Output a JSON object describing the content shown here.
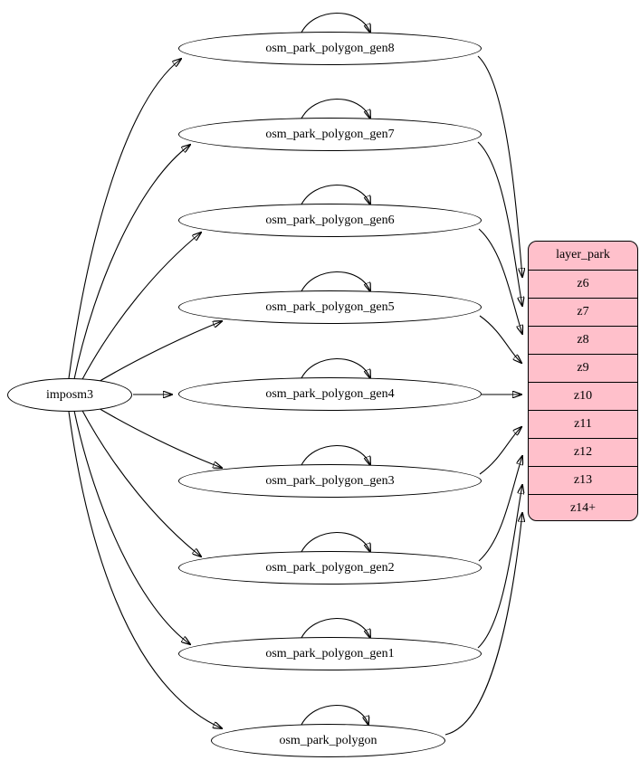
{
  "diagram": {
    "background_color": "#ffffff",
    "node_fill_color": "#ffffff",
    "edge_color": "#000000",
    "source": {
      "label": "imposm3"
    },
    "generators": [
      {
        "label": "osm_park_polygon_gen8",
        "target": "z6"
      },
      {
        "label": "osm_park_polygon_gen7",
        "target": "z7"
      },
      {
        "label": "osm_park_polygon_gen6",
        "target": "z8"
      },
      {
        "label": "osm_park_polygon_gen5",
        "target": "z9"
      },
      {
        "label": "osm_park_polygon_gen4",
        "target": "z10"
      },
      {
        "label": "osm_park_polygon_gen3",
        "target": "z11"
      },
      {
        "label": "osm_park_polygon_gen2",
        "target": "z12"
      },
      {
        "label": "osm_park_polygon_gen1",
        "target": "z13"
      },
      {
        "label": "osm_park_polygon",
        "target": "z14+"
      }
    ],
    "layer_table": {
      "title": "layer_park",
      "rows": [
        "z6",
        "z7",
        "z8",
        "z9",
        "z10",
        "z11",
        "z12",
        "z13",
        "z14+"
      ],
      "fill_color": "#ffc0cb",
      "stroke_color": "#000000"
    }
  }
}
